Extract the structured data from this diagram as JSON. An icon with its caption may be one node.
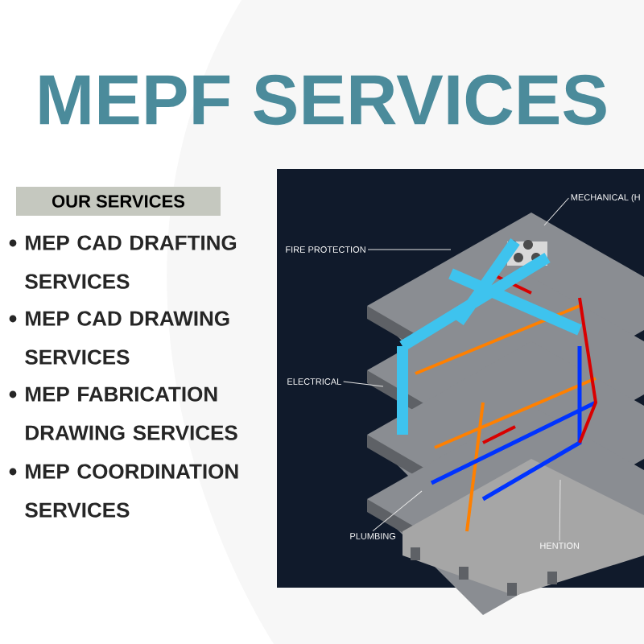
{
  "diagram": {
    "title": "MEPF SERVICES",
    "nodes": [
      {
        "text": [
          "OUR SERVICES"
        ]
      },
      {
        "text": [
          "MECHANICAL (H"
        ]
      },
      {
        "text": [
          "FIRE PROTECTION"
        ]
      },
      {
        "text": [
          "ELECTRICAL"
        ]
      },
      {
        "text": [
          "PLUMBING"
        ]
      },
      {
        "text": [
          "HENTION"
        ]
      }
    ],
    "edges": [
      {
        "from": 1,
        "to": null,
        "arrow": "none"
      },
      {
        "from": 2,
        "to": null,
        "arrow": "none"
      },
      {
        "from": 3,
        "to": null,
        "arrow": "none"
      },
      {
        "from": 4,
        "to": null,
        "arrow": "none"
      },
      {
        "from": 5,
        "to": null,
        "arrow": "none"
      }
    ],
    "labels": [
      "MEP CAD DRAFTING SERVICES",
      "MEP CAD DRAWING SERVICES",
      "MEP FABRICATION DRAWING SERVICES",
      "MEP COORDINATION SERVICES"
    ]
  }
}
